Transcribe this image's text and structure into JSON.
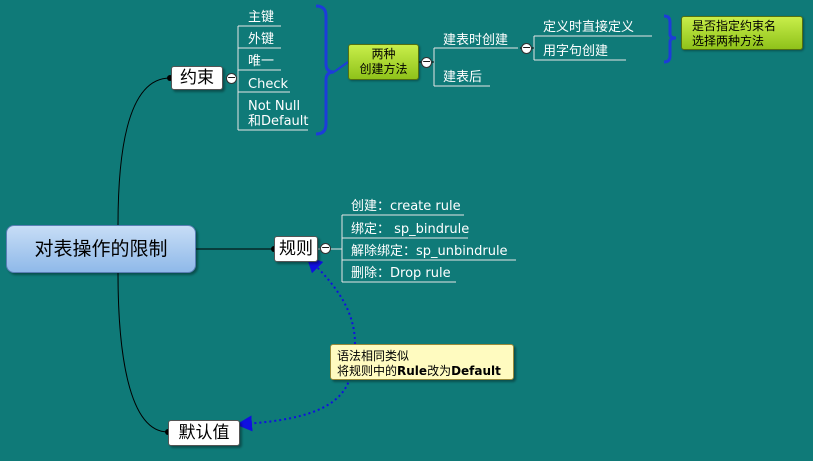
{
  "central": {
    "label": "对表操作的限制"
  },
  "constraint": {
    "label": "约束",
    "children": [
      "主键",
      "外键",
      "唯一",
      "Check",
      "Not Null",
      "和Default"
    ],
    "methods_box": {
      "line1": "两种",
      "line2": "创建方法"
    },
    "method1": "建表时创建",
    "method1_children": [
      "定义时直接定义",
      "用字句创建"
    ],
    "method2": "建表后",
    "note": {
      "line1": "是否指定约束名",
      "line2": "选择两种方法"
    }
  },
  "rule": {
    "label": "规则",
    "children": [
      "创建：create rule",
      "绑定： sp_bindrule",
      "解除绑定：sp_unbindrule",
      "删除：Drop rule"
    ]
  },
  "default": {
    "label": "默认值"
  },
  "callout": {
    "line1": "语法相同类似",
    "line2_prefix": "将规则中的",
    "line2_bold1": "Rule",
    "line2_mid": "改为",
    "line2_bold2": "Default"
  },
  "collapse_symbol": "−",
  "colors": {
    "background": "#0f7a78",
    "branch_line": "#000000",
    "leaf_underline": "#e6e6e6",
    "bracket": "#1d3cd9",
    "dotted_arrow": "#1010e0",
    "central_fill": "#a9cbf0",
    "green_fill": "#a8d82a",
    "yellow_fill": "#fffbc0"
  }
}
